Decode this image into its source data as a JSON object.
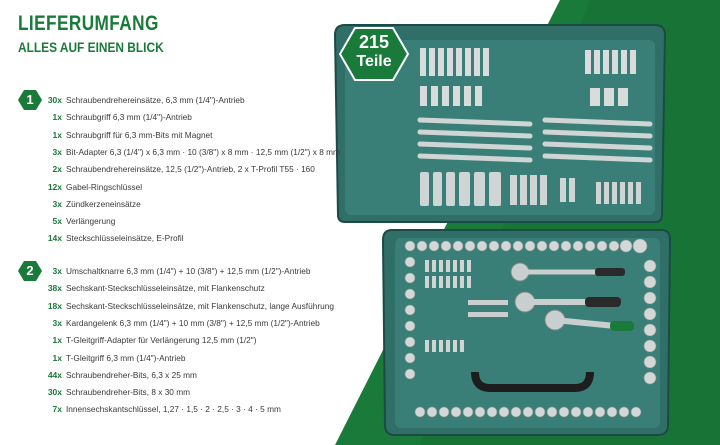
{
  "header": {
    "title": "LIEFERUMFANG",
    "subtitle": "ALLES AUF EINEN BLICK"
  },
  "badge": {
    "count": "215",
    "unit": "Teile"
  },
  "colors": {
    "brand_green": "#1a7a3a",
    "dark_green": "#0f5a2b",
    "case_teal": "#2f6f68"
  },
  "groups": [
    {
      "number": "1",
      "items": [
        {
          "qty": "30x",
          "desc": "Schraubendrehereinsätze, 6,3 mm (1/4\")-Antrieb"
        },
        {
          "qty": "1x",
          "desc": "Schraubgriff 6,3 mm (1/4\")-Antrieb"
        },
        {
          "qty": "1x",
          "desc": "Schraubgriff für 6,3 mm-Bits mit Magnet"
        },
        {
          "qty": "3x",
          "desc": "Bit-Adapter 6,3 (1/4\") x 6,3 mm · 10 (3/8\") x 8 mm · 12,5 mm (1/2\") x 8 mm"
        },
        {
          "qty": "2x",
          "desc": "Schraubendrehereinsätze, 12,5 (1/2\")-Antrieb, 2 x T-Profil T55 · 160"
        },
        {
          "qty": "12x",
          "desc": "Gabel-Ringschlüssel"
        },
        {
          "qty": "3x",
          "desc": "Zündkerzeneinsätze"
        },
        {
          "qty": "5x",
          "desc": "Verlängerung"
        },
        {
          "qty": "14x",
          "desc": "Steckschlüsseleinsätze, E-Profil"
        }
      ]
    },
    {
      "number": "2",
      "items": [
        {
          "qty": "3x",
          "desc": "Umschaltknarre 6,3 mm (1/4\") + 10 (3/8\") + 12,5 mm (1/2\")-Antrieb"
        },
        {
          "qty": "38x",
          "desc": "Sechskant-Steckschlüsseleinsätze, mit Flankenschutz"
        },
        {
          "qty": "18x",
          "desc": "Sechskant-Steckschlüsseleinsätze, mit Flankenschutz, lange Ausführung"
        },
        {
          "qty": "3x",
          "desc": "Kardangelenk 6,3 mm (1/4\") + 10 mm (3/8\") + 12,5 mm (1/2\")-Antrieb"
        },
        {
          "qty": "1x",
          "desc": "T-Gleitgriff-Adapter für Verlängerung 12,5 mm (1/2\")"
        },
        {
          "qty": "1x",
          "desc": "T-Gleitgriff 6,3 mm (1/4\")-Antrieb"
        },
        {
          "qty": "44x",
          "desc": "Schraubendreher-Bits, 6,3 x 25 mm"
        },
        {
          "qty": "30x",
          "desc": "Schraubendreher-Bits, 8 x 30 mm"
        },
        {
          "qty": "7x",
          "desc": "Innensechskantschlüssel, 1,27 · 1,5 · 2 · 2,5 · 3 · 4 · 5 mm"
        }
      ]
    }
  ]
}
